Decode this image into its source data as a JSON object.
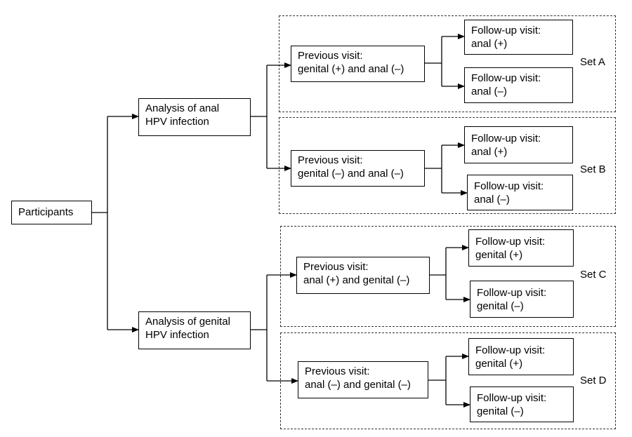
{
  "root": "Participants",
  "branches": [
    {
      "line1": "Analysis of anal",
      "line2": "HPV infection",
      "sets": [
        {
          "label": "Set A",
          "prev": [
            "Previous visit:",
            "genital (+) and anal (–)"
          ],
          "follow_pos": [
            "Follow-up visit:",
            "anal (+)"
          ],
          "follow_neg": [
            "Follow-up visit:",
            "anal (–)"
          ]
        },
        {
          "label": "Set B",
          "prev": [
            "Previous visit:",
            "genital (–) and anal (–)"
          ],
          "follow_pos": [
            "Follow-up visit:",
            "anal (+)"
          ],
          "follow_neg": [
            "Follow-up visit:",
            "anal (–)"
          ]
        }
      ]
    },
    {
      "line1": "Analysis of genital",
      "line2": "HPV infection",
      "sets": [
        {
          "label": "Set C",
          "prev": [
            "Previous visit:",
            "anal (+) and genital (–)"
          ],
          "follow_pos": [
            "Follow-up visit:",
            "genital (+)"
          ],
          "follow_neg": [
            "Follow-up visit:",
            "genital (–)"
          ]
        },
        {
          "label": "Set D",
          "prev": [
            "Previous visit:",
            "anal (–) and genital (–)"
          ],
          "follow_pos": [
            "Follow-up visit:",
            "genital (+)"
          ],
          "follow_neg": [
            "Follow-up visit:",
            "genital (–)"
          ]
        }
      ]
    }
  ]
}
